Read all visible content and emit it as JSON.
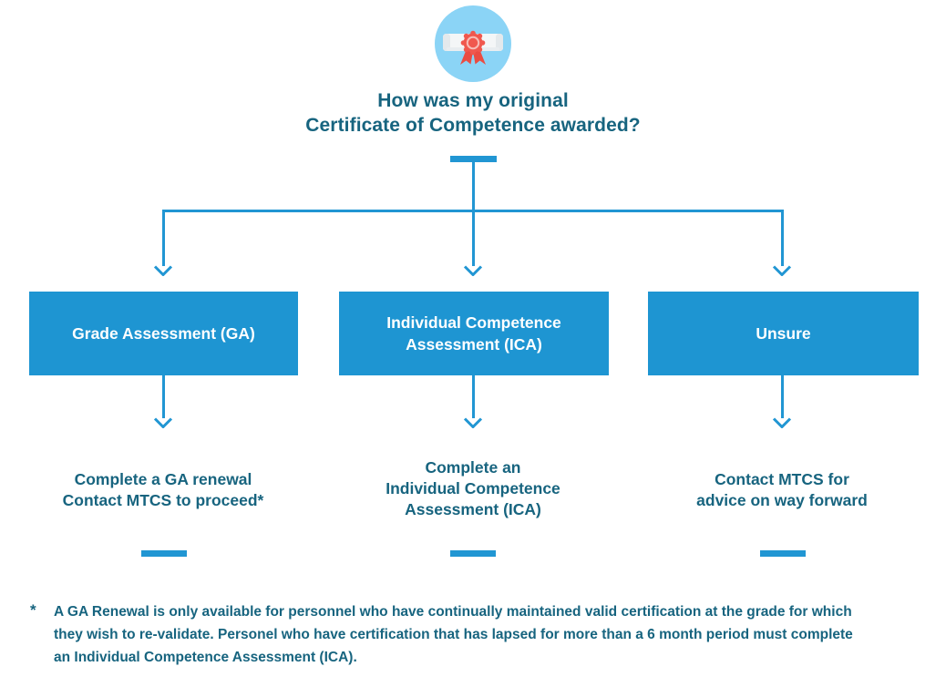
{
  "colors": {
    "line_blue": "#2196d3",
    "box_blue": "#1e95d2",
    "teal_text": "#17647f",
    "icon_circle_bg": "#8bd4f6",
    "ribbon_red": "#f0584e",
    "scroll_white": "#f4f6f7",
    "box_text": "#ffffff",
    "background": "#ffffff"
  },
  "header": {
    "icon": "certificate-icon",
    "title_lines": [
      "How was my original",
      "Certificate of Competence awarded?"
    ]
  },
  "branches": [
    {
      "box_label": "Grade Assessment (GA)",
      "outcome_lines": [
        "Complete a GA renewal",
        "Contact MTCS to proceed*"
      ]
    },
    {
      "box_label": "Individual Competence Assessment (ICA)",
      "outcome_lines": [
        "Complete an",
        "Individual Competence",
        "Assessment (ICA)"
      ]
    },
    {
      "box_label": "Unsure",
      "outcome_lines": [
        "Contact MTCS for",
        "advice on way forward"
      ]
    }
  ],
  "footnote": {
    "marker": "*",
    "lines": [
      "A GA Renewal is only available for personnel who have continually maintained valid certification at the grade for which",
      "they wish to re-validate. Personel who have certification that has lapsed for more than a 6 month period must complete",
      "an Individual Competence Assessment (ICA)."
    ]
  }
}
